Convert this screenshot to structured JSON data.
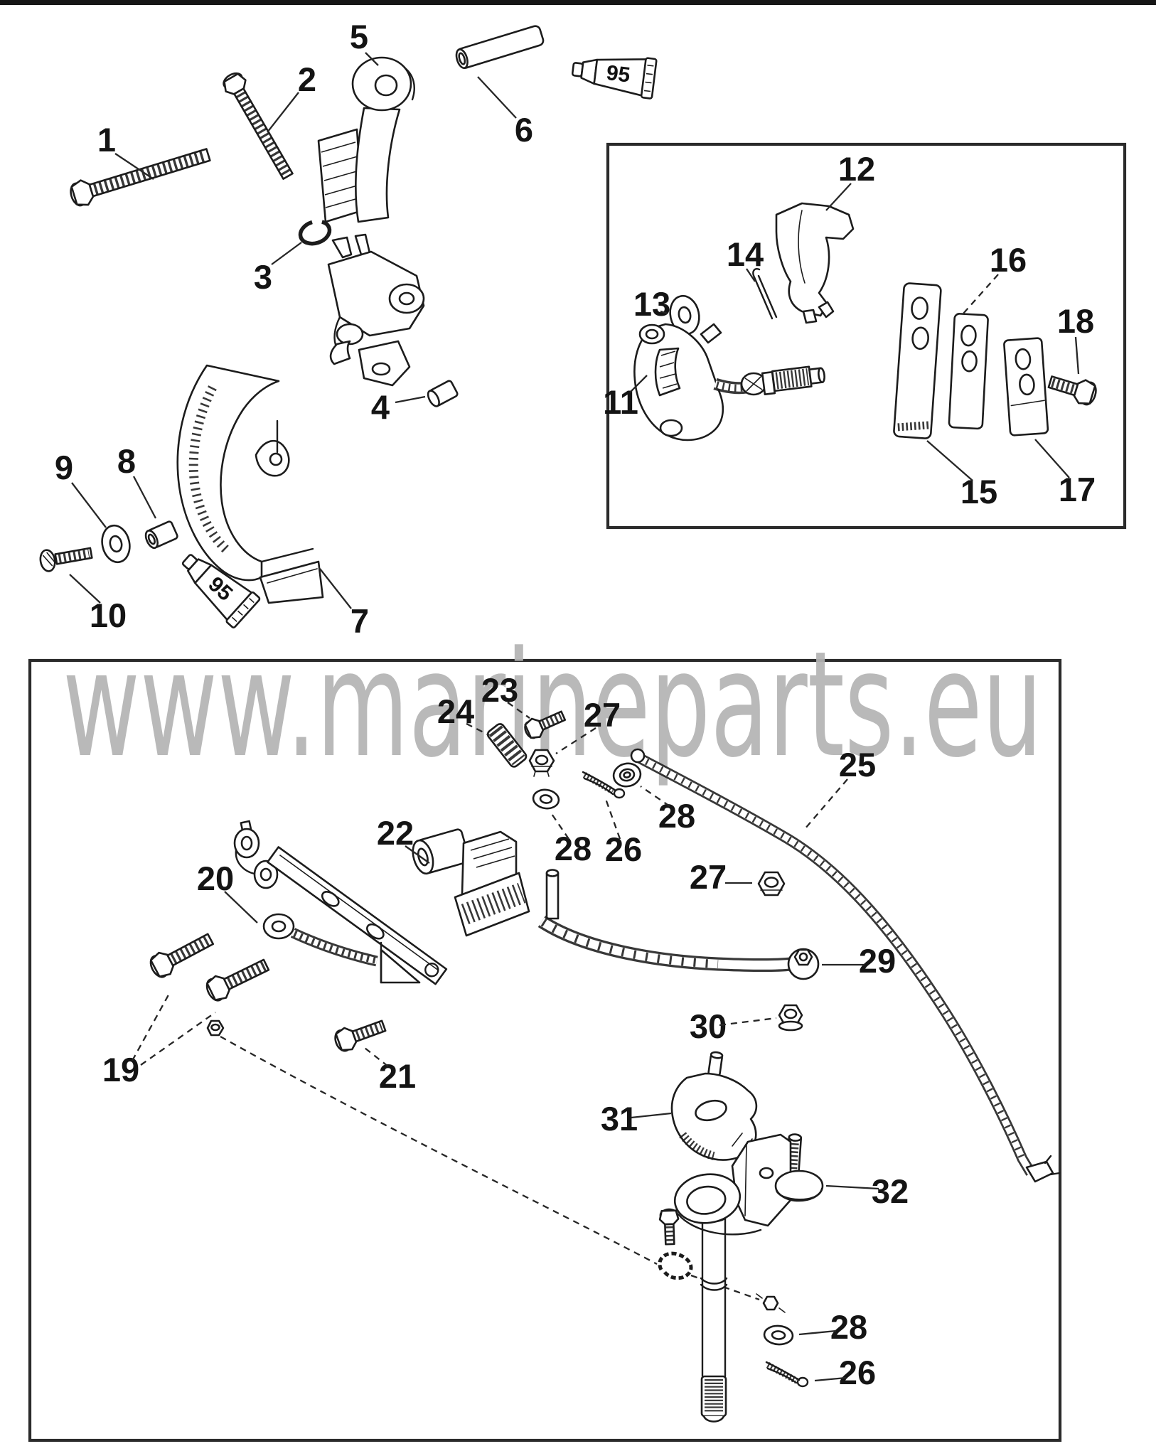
{
  "watermark": {
    "text": "www.marineparts.eu"
  },
  "tubes": {
    "a": "95",
    "b": "95"
  },
  "callouts": {
    "c1": "1",
    "c2": "2",
    "c3": "3",
    "c4": "4",
    "c5": "5",
    "c6": "6",
    "c7": "7",
    "c8": "8",
    "c9": "9",
    "c10": "10",
    "c11": "11",
    "c12": "12",
    "c13": "13",
    "c14": "14",
    "c15": "15",
    "c16": "16",
    "c17": "17",
    "c18": "18",
    "c19": "19",
    "c20": "20",
    "c21": "21",
    "c22": "22",
    "c23": "23",
    "c24": "24",
    "c25": "25",
    "c26a": "26",
    "c26b": "26",
    "c27a": "27",
    "c27b": "27",
    "c28a": "28",
    "c28b": "28",
    "c28c": "28",
    "c29": "29",
    "c30": "30",
    "c31": "31",
    "c32": "32"
  }
}
